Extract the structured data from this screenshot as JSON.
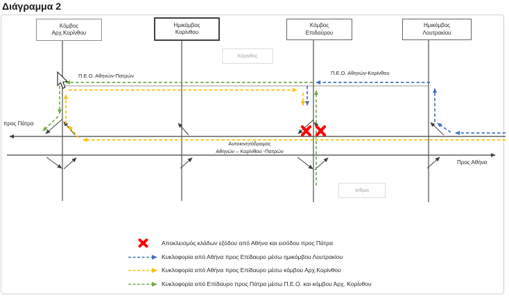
{
  "title": "Διάγραμμα 2",
  "colors": {
    "blue": "#4472C4",
    "yellow": "#FFC000",
    "green": "#70AD47",
    "red": "#FF0000",
    "road": "#404040"
  },
  "nodes": [
    {
      "line1": "Κόμβος",
      "line2": "Αρχ.Κορίνθου"
    },
    {
      "line1": "Ημικόμβος",
      "line2": "Κορίνθου"
    },
    {
      "line1": "Κόμβος",
      "line2": "Επιδαύρου"
    },
    {
      "line1": "Ημικόμβος",
      "line2": "Λουτρακίου"
    }
  ],
  "places": [
    {
      "label": "Κόρινθος"
    },
    {
      "label": "Ισθμια"
    }
  ],
  "road_labels": {
    "peo_left": "Π.Ε.Ο. Αθηνών-Πατρών",
    "peo_right": "Π.Ε.Ο. Αθηνών-Κορίνθου",
    "to_patra": "προς Πάτρα",
    "to_athens": "Προς Αθήνα",
    "motorway_line1": "Αυτοκινητόδρομος",
    "motorway_line2": "Αθηνών – Κορίνθου -Πατρών"
  },
  "legend": {
    "items": [
      {
        "icon": "red-x-icon",
        "label": "Αποκλεισμός κλάδων εξόδου από Αθήνα και εισόδου προς Πάτρα"
      },
      {
        "icon": "blue-dashed-arrow-icon",
        "label": "Κυκλοφορία από Αθήνα προς Επίδαυρο μέσω ημικόμβου Λουτρακίου"
      },
      {
        "icon": "yellow-dashed-arrow-icon",
        "label": "Κυκλοφορία από Αθήνα προς Επίδαυρο μέσω κόμβου Αρχ.Κορίνθου"
      },
      {
        "icon": "green-dashed-arrow-icon",
        "label": "Κυκλοφορία από Επίδαυρο προς Πάτρα μέσω Π.Ε.Ο. και κόμβου Αρχ. Κορίνθου"
      }
    ]
  }
}
